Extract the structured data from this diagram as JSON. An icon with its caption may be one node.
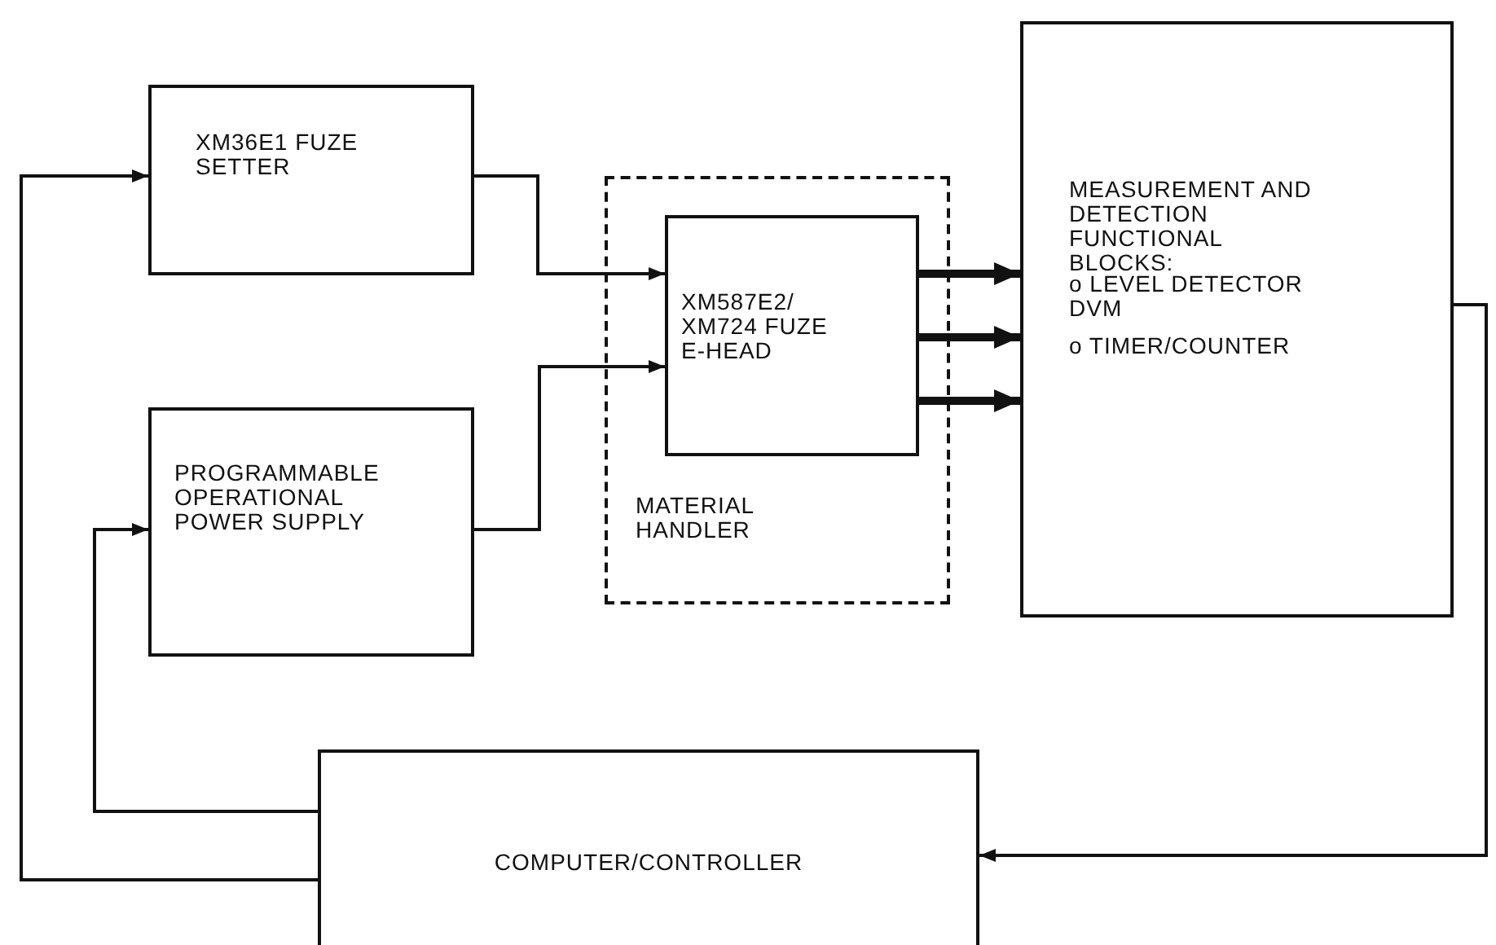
{
  "diagram": {
    "nodes": [
      {
        "text": [
          "XM36E1 FUZE SETTER"
        ]
      },
      {
        "text": [
          "MATERIAL HANDLER"
        ]
      },
      {
        "text": [
          "XM587E2/ XM724 FUZE E-HEAD"
        ],
        "in": 1
      },
      {
        "text": [
          "MEASUREMENT AND DETECTION FUNCTIONAL BLOCKS:",
          "o LEVEL DETECTOR DVM",
          "o TIMER/COUNTER"
        ]
      },
      {
        "text": [
          "PROGRAMMABLE OPERATIONAL POWER SUPPLY"
        ]
      },
      {
        "text": [
          "COMPUTER/CONTROLLER"
        ]
      }
    ],
    "edges": [
      {
        "from": 0,
        "to": 2,
        "arrow": "to"
      },
      {
        "from": 4,
        "to": 2,
        "arrow": "to"
      },
      {
        "from": 2,
        "to": 3,
        "arrow": "to",
        "style": "thick"
      },
      {
        "from": 2,
        "to": 3,
        "arrow": "to",
        "style": "thick"
      },
      {
        "from": 2,
        "to": 3,
        "arrow": "to",
        "style": "thick"
      },
      {
        "from": 3,
        "to": 5,
        "arrow": "to"
      },
      {
        "from": 5,
        "to": 0,
        "arrow": "to"
      },
      {
        "from": 5,
        "to": 4,
        "arrow": "to"
      }
    ]
  }
}
